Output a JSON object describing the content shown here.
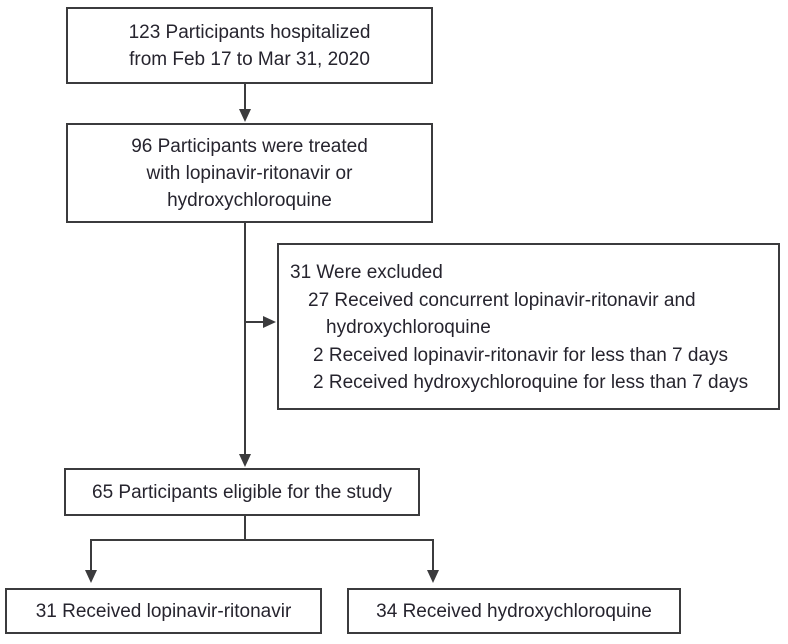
{
  "diagram": {
    "type": "patient-flow-diagram",
    "boxes": {
      "hospitalized": {
        "lines": [
          "123 Participants hospitalized",
          "from Feb 17 to Mar 31, 2020"
        ]
      },
      "treated": {
        "lines": [
          "96 Participants were treated",
          "with lopinavir-ritonavir or",
          "hydroxychloroquine"
        ]
      },
      "excluded": {
        "lines": [
          "31 Were excluded",
          "27 Received concurrent lopinavir-ritonavir and",
          "hydroxychloroquine",
          "2 Received lopinavir-ritonavir for less than 7 days",
          "2 Received hydroxychloroquine for less than 7 days"
        ]
      },
      "eligible": {
        "lines": [
          "65 Participants eligible for the study"
        ]
      },
      "lopinavir_arm": {
        "lines": [
          "31 Received lopinavir-ritonavir"
        ]
      },
      "hydroxychloroquine_arm": {
        "lines": [
          "34 Received hydroxychloroquine"
        ]
      }
    },
    "counts": {
      "hospitalized": 123,
      "treated": 96,
      "excluded": 31,
      "excluded_concurrent_both_drugs": 27,
      "excluded_lopinavir_under_7_days": 2,
      "excluded_hydroxychloroquine_under_7_days": 2,
      "eligible": 65,
      "lopinavir_arm": 31,
      "hydroxychloroquine_arm": 34
    },
    "colors": {
      "border": "#3b3b3d",
      "text": "#26242e",
      "background": "#ffffff"
    }
  }
}
